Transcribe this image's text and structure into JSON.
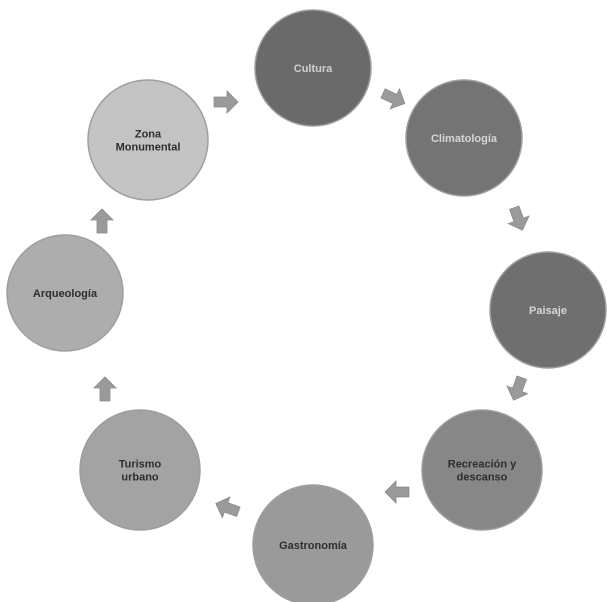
{
  "diagram": {
    "type": "cycle",
    "nodes": [
      {
        "lines": [
          "Cultura"
        ],
        "fill": "#6a6a6a",
        "text_color": "#cfcfcf"
      },
      {
        "lines": [
          "Climatología"
        ],
        "fill": "#747474",
        "text_color": "#d6d6d6"
      },
      {
        "lines": [
          "Paisaje"
        ],
        "fill": "#6f6f6f",
        "text_color": "#d6d6d6"
      },
      {
        "lines": [
          "Recreación y",
          "descanso"
        ],
        "fill": "#878787",
        "text_color": "#2e2e2e"
      },
      {
        "lines": [
          "Gastronomía"
        ],
        "fill": "#9a9a9a",
        "text_color": "#2e2e2e"
      },
      {
        "lines": [
          "Turismo",
          "urbano"
        ],
        "fill": "#a3a3a3",
        "text_color": "#2e2e2e"
      },
      {
        "lines": [
          "Arqueología"
        ],
        "fill": "#adadad",
        "text_color": "#2e2e2e"
      },
      {
        "lines": [
          "Zona",
          "Monumental"
        ],
        "fill": "#c3c3c3",
        "text_color": "#2e2e2e"
      }
    ],
    "arrow_color": "#9a9a9a"
  }
}
